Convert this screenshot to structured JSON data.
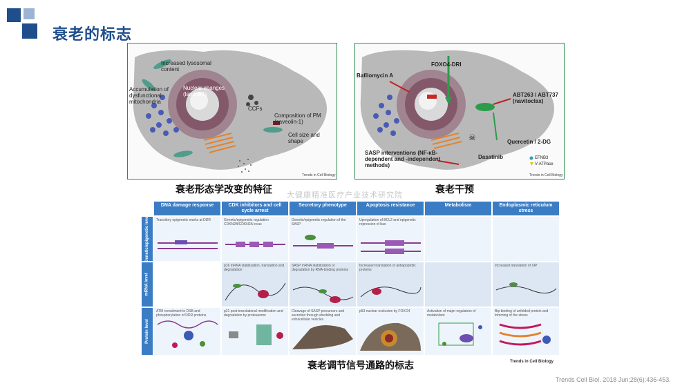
{
  "slide": {
    "title": "衰老的标志",
    "citation": "Trends Cell Biol. 2018 Jun;28(6):436-453.",
    "watermark": "大健康精准医疗产业技术研究院"
  },
  "left_figure": {
    "caption": "衰老形态学改变的特征",
    "labels": {
      "lysosomal": "Increased lysosomal content",
      "mito": "Accumulation of dysfunctional mitochondria",
      "nuclear": "Nuclear changes (laminB1)",
      "ccfs": "CCFs",
      "pm": "Composition of PM (caveolin-1)",
      "size": "Cell size and shape"
    },
    "source": "Trends in Cell Biology"
  },
  "right_figure": {
    "caption": "衰老干预",
    "labels": {
      "bafilomycin": "Bafilomycin A",
      "foxo4": "FOXO4-DRI",
      "abt": "ABT263 / ABT737 (navitoclax)",
      "quercetin": "Quercetin / 2-DG",
      "sasp": "SASP interventions (NF-κB-dependent and -independent methods)",
      "dasatinib": "Dasatinib",
      "efnb3": "EFNB3",
      "vatpase": "V-ATPase"
    },
    "source": "Trends in Cell Biology"
  },
  "table": {
    "caption": "衰老调节信号通路的标志",
    "source": "Trends in Cell Biology",
    "columns": [
      "DNA damage response",
      "CDK inhibitors and cell cycle arrest",
      "Secretory phenotype",
      "Apoptosis resistance",
      "Metabolism",
      "Endoplasmic reticulum stress"
    ],
    "rows": [
      {
        "label": "Genetic/epigenetic level",
        "cells": [
          "Transitory epigenetic marks at DDR",
          "Genetic/epigenetic regulation CDKN2B/CDKN2A locus",
          "Genetic/epigenetic regulation of the SASP",
          "Upregulation of BCL2 and epigenetic repression of bax",
          "",
          ""
        ]
      },
      {
        "label": "mRNA level",
        "cells": [
          "",
          "p16 mRNA stabilization, translation and degradation",
          "SASP mRNA stabilization or degradation by RNA-binding proteins",
          "Increased translation of antiapoptotic proteins",
          "",
          "Increased translation of XIP"
        ]
      },
      {
        "label": "Protein level",
        "cells": [
          "ATM recruitment to DSB and phosphorylation of DDR proteins",
          "p21 post-translational modification and degradation by proteasome",
          "Cleavage of SASP precursors and secretion through shedding and extracellular vesicles",
          "p53 nuclear exclusion by FOXO4",
          "Activation of major regulators of metabolism",
          "Bip binding of unfolded protein and trimming of the stress"
        ]
      }
    ]
  },
  "colors": {
    "brand": "#1f4e8c",
    "header_cell": "#3b7dc4",
    "panel_border": "#2e8b4f"
  }
}
